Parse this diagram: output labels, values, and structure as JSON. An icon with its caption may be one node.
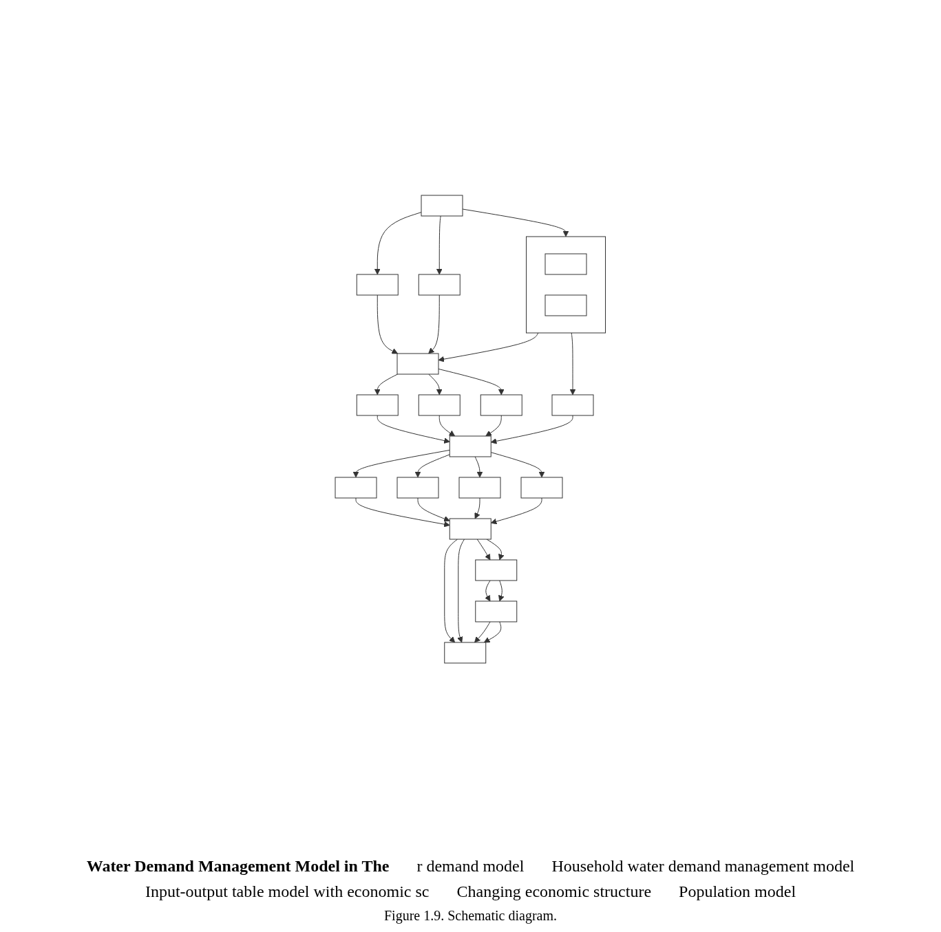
{
  "diagram": {
    "caption": "Figure 1.9. Schematic diagram.",
    "nodes": [
      {
        "text": [],
        "shape": "box"
      },
      {
        "text": [],
        "shape": "box"
      },
      {
        "text": [],
        "shape": "box"
      },
      {
        "text": [],
        "shape": "box"
      },
      {
        "text": [],
        "shape": "box",
        "in": 3
      },
      {
        "text": [],
        "shape": "box",
        "in": 3
      },
      {
        "text": [],
        "shape": "box"
      },
      {
        "text": [],
        "shape": "box"
      },
      {
        "text": [],
        "shape": "box"
      },
      {
        "text": [],
        "shape": "box"
      },
      {
        "text": [],
        "shape": "box"
      },
      {
        "text": [],
        "shape": "box"
      },
      {
        "text": [],
        "shape": "box"
      },
      {
        "text": [],
        "shape": "box"
      },
      {
        "text": [],
        "shape": "box"
      },
      {
        "text": [],
        "shape": "box"
      },
      {
        "text": [],
        "shape": "box"
      },
      {
        "text": [],
        "shape": "box"
      },
      {
        "text": [],
        "shape": "box"
      },
      {
        "text": [],
        "shape": "box"
      }
    ],
    "edges": [
      {
        "from": 0,
        "to": 1,
        "arrow": "to"
      },
      {
        "from": 0,
        "to": 2,
        "arrow": "to"
      },
      {
        "from": 0,
        "to": 3,
        "arrow": "to"
      },
      {
        "from": 1,
        "to": 6,
        "arrow": "to"
      },
      {
        "from": 2,
        "to": 6,
        "arrow": "to"
      },
      {
        "from": 3,
        "to": 6,
        "arrow": "to"
      },
      {
        "from": 3,
        "to": 10,
        "arrow": "to"
      },
      {
        "from": 6,
        "to": 7,
        "arrow": "to"
      },
      {
        "from": 6,
        "to": 8,
        "arrow": "to"
      },
      {
        "from": 6,
        "to": 9,
        "arrow": "to"
      },
      {
        "from": 7,
        "to": 11,
        "arrow": "to"
      },
      {
        "from": 8,
        "to": 11,
        "arrow": "to"
      },
      {
        "from": 9,
        "to": 11,
        "arrow": "to"
      },
      {
        "from": 10,
        "to": 11,
        "arrow": "to"
      },
      {
        "from": 11,
        "to": 12,
        "arrow": "to"
      },
      {
        "from": 11,
        "to": 13,
        "arrow": "to"
      },
      {
        "from": 11,
        "to": 14,
        "arrow": "to"
      },
      {
        "from": 11,
        "to": 15,
        "arrow": "to"
      },
      {
        "from": 12,
        "to": 16,
        "arrow": "to"
      },
      {
        "from": 13,
        "to": 16,
        "arrow": "to"
      },
      {
        "from": 14,
        "to": 16,
        "arrow": "to"
      },
      {
        "from": 15,
        "to": 16,
        "arrow": "to"
      },
      {
        "from": 16,
        "to": 17,
        "arrow": "to"
      },
      {
        "from": 16,
        "to": 17,
        "arrow": "to"
      },
      {
        "from": 16,
        "to": 19,
        "arrow": "to"
      },
      {
        "from": 16,
        "to": 19,
        "arrow": "to"
      },
      {
        "from": 17,
        "to": 18,
        "arrow": "to"
      },
      {
        "from": 17,
        "to": 18,
        "arrow": "to"
      },
      {
        "from": 18,
        "to": 19,
        "arrow": "to"
      },
      {
        "from": 18,
        "to": 19,
        "arrow": "to"
      }
    ],
    "labels": [
      "Water Demand Management Model in The",
      "r demand model",
      "Household water demand management model",
      "Input-output table model with economic sc",
      "Changing economic structure",
      "Population model"
    ]
  }
}
